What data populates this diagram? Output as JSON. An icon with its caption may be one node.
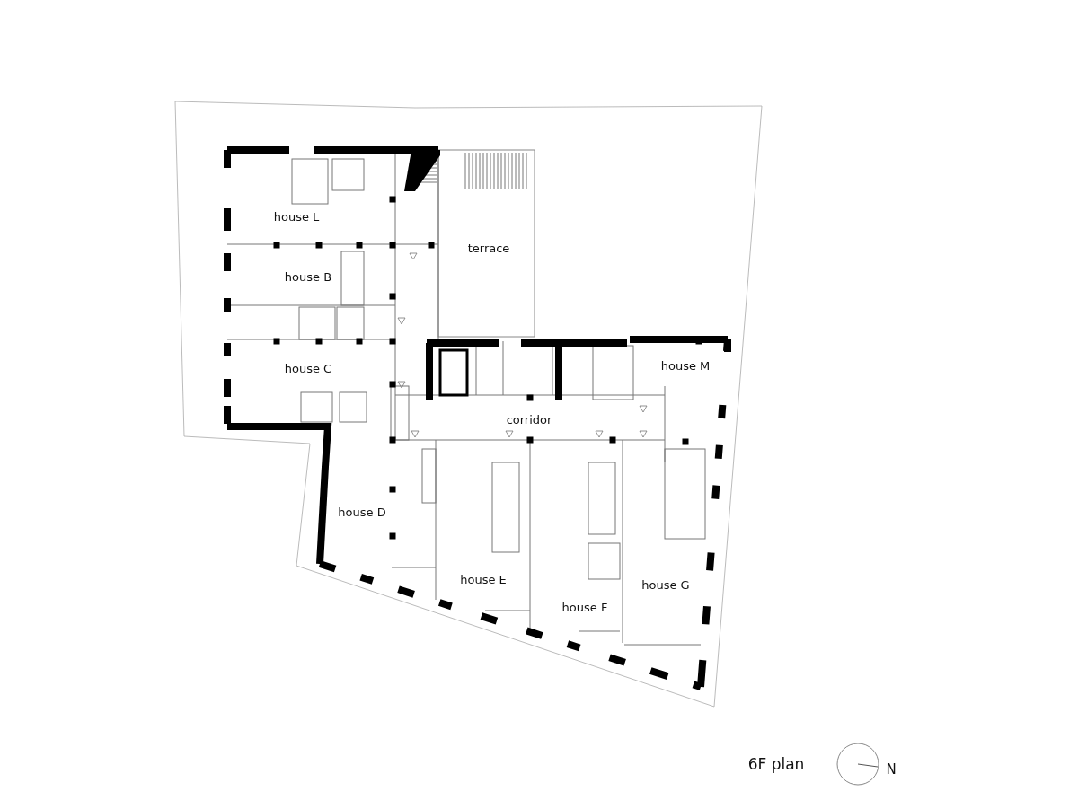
{
  "diagram": {
    "labels": [
      "house L",
      "house B",
      "terrace",
      "house C",
      "house M",
      "corridor",
      "house D",
      "house E",
      "house F",
      "house G",
      "6F plan",
      "N"
    ]
  }
}
